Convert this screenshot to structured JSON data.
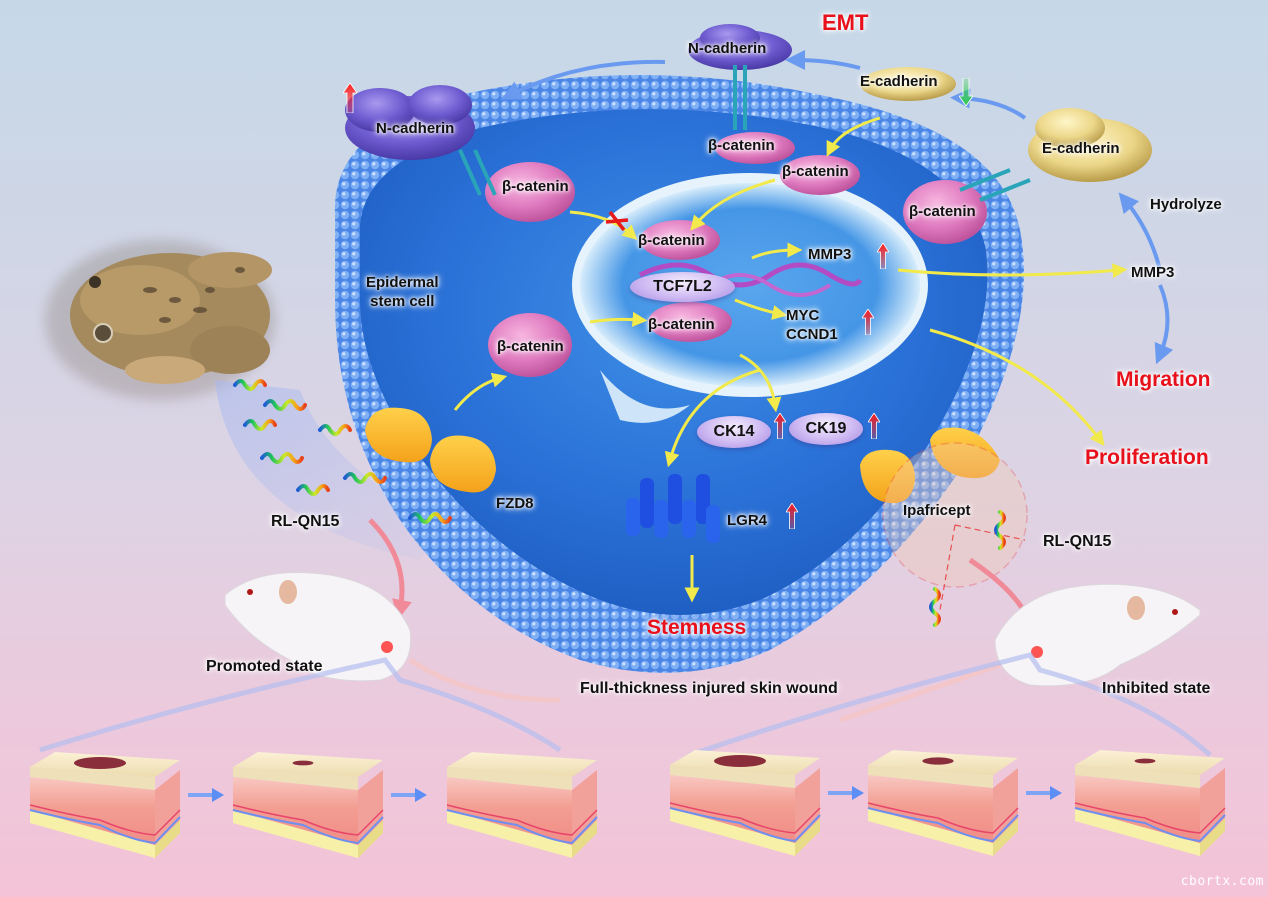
{
  "figure": {
    "title_emt": "EMT",
    "cell_label": [
      "Epidermal",
      "stem cell"
    ],
    "wound_label": "Full-thickness injured skin wound",
    "watermark": "cbortx.com"
  },
  "membrane_proteins": {
    "n_cadherin_left": "N-cadherin",
    "n_cadherin_top": "N-cadherin",
    "e_cadherin_top": "E-cadherin",
    "e_cadherin_right": "E-cadherin",
    "fzd8": "FZD8",
    "lgr4": "LGR4",
    "ipafricept": "Ipafricept"
  },
  "cytoplasm": {
    "beta_catenin": "β-catenin",
    "beta_catenin_top_center": "β-catenin",
    "beta_catenin_top_right": "β-catenin",
    "beta_catenin_right": "β-catenin",
    "beta_catenin_left_upper": "β-catenin",
    "beta_catenin_left_lower": "β-catenin",
    "ck14": "CK14",
    "ck19": "CK19"
  },
  "nucleus": {
    "beta_catenin_upper": "β-catenin",
    "beta_catenin_lower": "β-catenin",
    "tcf7l2": "TCF7L2",
    "mmp3": "MMP3",
    "myc": "MYC",
    "ccnd1": "CCND1"
  },
  "outcomes": {
    "hydrolyze": "Hydrolyze",
    "mmp3_secreted": "MMP3",
    "migration": "Migration",
    "proliferation": "Proliferation",
    "stemness": "Stemness"
  },
  "peptide": {
    "left_label": "RL-QN15",
    "right_label": "RL-QN15"
  },
  "states": {
    "promoted": "Promoted state",
    "inhibited": "Inhibited state"
  },
  "regulation": {
    "n_cadherin": "up",
    "e_cadherin": "down",
    "mmp3": "up",
    "myc_ccnd1": "up",
    "ck14": "up",
    "ck19": "up",
    "lgr4": "up"
  },
  "wound_sequences": {
    "promoted": [
      "large wound",
      "small wound",
      "healed"
    ],
    "inhibited": [
      "large wound",
      "medium wound",
      "small wound"
    ]
  },
  "colors": {
    "up_arrow": "#e8101a",
    "down_arrow": "#3ccf4e",
    "outcome_text": "#e8101a",
    "membrane": "#4a86e8",
    "flow_arrow": "#6a9af0",
    "signal_arrow": "#f2ea4a"
  }
}
